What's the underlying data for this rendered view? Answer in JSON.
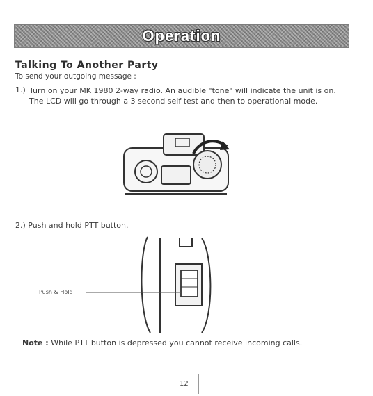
{
  "header": {
    "title": "Operation"
  },
  "section": {
    "title": "Talking To Another Party",
    "subtitle": "To send your outgoing message :"
  },
  "steps": [
    {
      "number": "1.)",
      "text": "Turn on your MK 1980 2-way radio. An audible \"tone\" will indicate the unit is on. The LCD will go through a 3 second self test and then to operational mode."
    },
    {
      "number": "2.)",
      "text": "Push and hold PTT button."
    }
  ],
  "callout": {
    "label": "Push & Hold"
  },
  "note": {
    "label": "Note :",
    "text": "While PTT button is depressed you cannot receive incoming calls."
  },
  "footer": {
    "page_number": "12"
  },
  "colors": {
    "banner_fill": "#9a9a9a",
    "banner_text": "#ffffff",
    "body_text": "#3a3a3a"
  }
}
